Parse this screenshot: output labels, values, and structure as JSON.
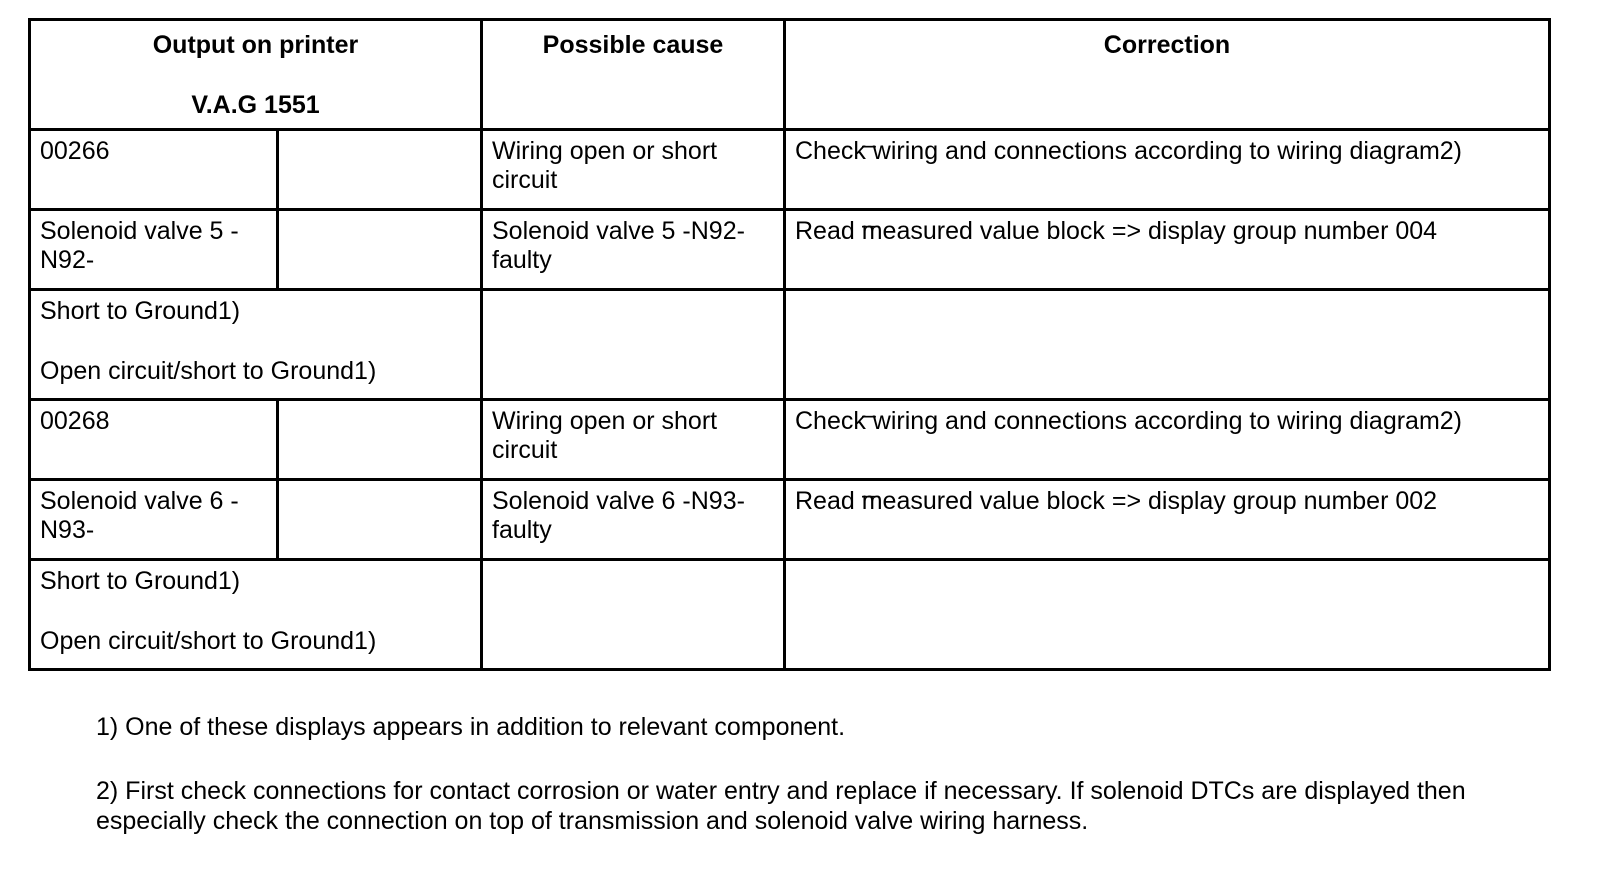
{
  "table": {
    "headers": {
      "output_line1": "Output on printer",
      "output_line2": "V.A.G 1551",
      "cause": "Possible cause",
      "correction": "Correction"
    },
    "groups": [
      {
        "code": "00266",
        "component": "Solenoid valve 5 -N92-",
        "fault1": "Short to Ground1)",
        "fault2": "Open circuit/short to Ground1)",
        "cause1": "Wiring open or short circuit",
        "cause2": "Solenoid valve 5 -N92- faulty",
        "dash": "–",
        "correction1": "Check wiring and connections according to wiring diagram2)",
        "correction2": "Read measured value block => display group number 004"
      },
      {
        "code": "00268",
        "component": "Solenoid valve 6 -N93-",
        "fault1": "Short to Ground1)",
        "fault2": "Open circuit/short to Ground1)",
        "cause1": "Wiring open or short circuit",
        "cause2": "Solenoid valve 6 -N93- faulty",
        "dash": "–",
        "correction1": "Check wiring and connections according to wiring diagram2)",
        "correction2": "Read measured value block => display group number 002"
      }
    ]
  },
  "footnotes": [
    "1) One of these displays appears in addition to relevant component.",
    "2) First check connections for contact corrosion or water entry and replace if necessary. If solenoid DTCs are displayed then especially check the connection on top of transmission and solenoid valve wiring harness."
  ]
}
